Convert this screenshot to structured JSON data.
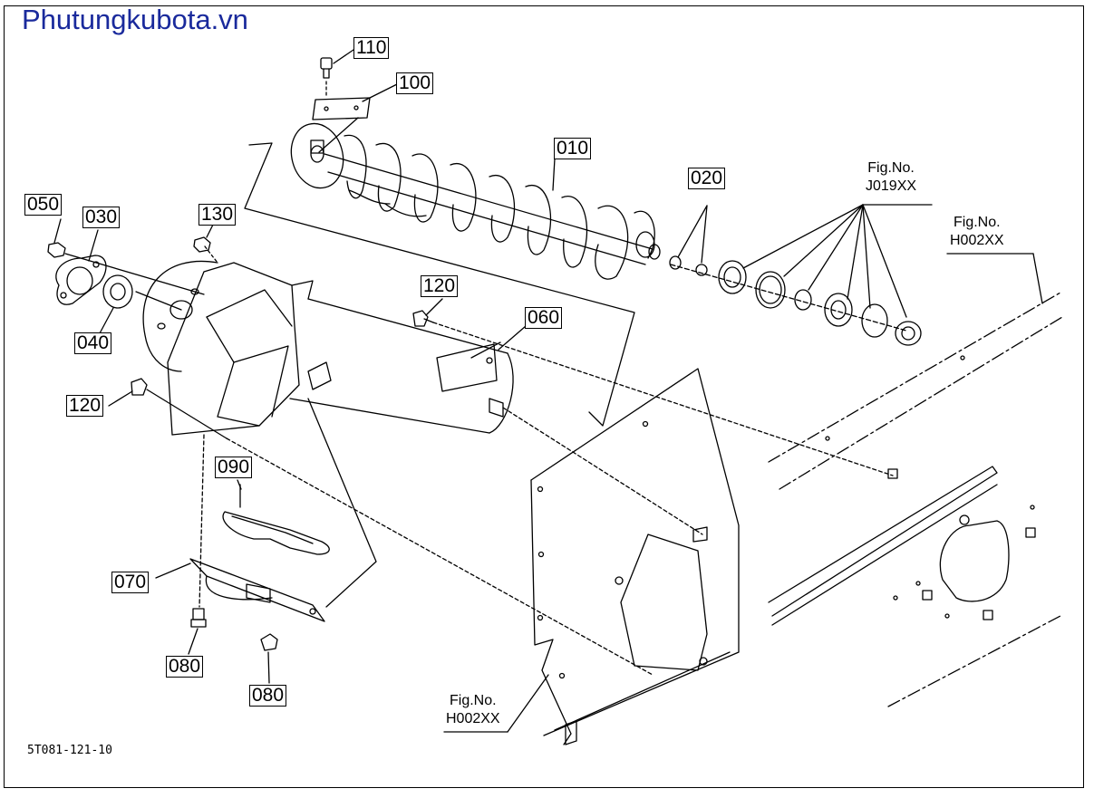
{
  "watermark": "Phutungkubota.vn",
  "diagram_code": "5T081-121-10",
  "part_numbers": {
    "p110": "110",
    "p100": "100",
    "p010": "010",
    "p020": "020",
    "p050": "050",
    "p030": "030",
    "p130": "130",
    "p120a": "120",
    "p060": "060",
    "p040": "040",
    "p120b": "120",
    "p090": "090",
    "p070": "070",
    "p080a": "080",
    "p080b": "080"
  },
  "fig_refs": {
    "j019": {
      "label": "Fig.No.",
      "code": "J019XX"
    },
    "h002_right": {
      "label": "Fig.No.",
      "code": "H002XX"
    },
    "h002_bottom": {
      "label": "Fig.No.",
      "code": "H002XX"
    }
  }
}
